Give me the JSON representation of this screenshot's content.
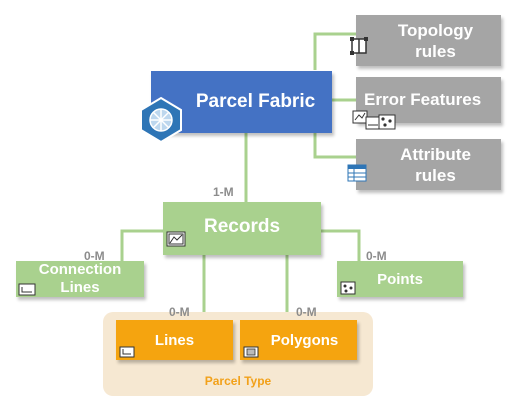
{
  "diagram": {
    "parcel_fabric": "Parcel Fabric",
    "topology_rules": "Topology rules",
    "error_features": "Error Features",
    "attribute_rules": "Attribute rules",
    "records": "Records",
    "connection_lines": "Connection Lines",
    "points": "Points",
    "lines": "Lines",
    "polygons": "Polygons",
    "parcel_type": "Parcel Type"
  },
  "cardinalities": {
    "fabric_records": "1-M",
    "records_connection_lines": "0-M",
    "records_points": "0-M",
    "records_lines": "0-M",
    "records_polygons": "0-M"
  },
  "colors": {
    "fabric_blue": "#4472c4",
    "green": "#a9d18e",
    "gray": "#a5a5a5",
    "orange": "#f5a40f",
    "parcel_type_bg": "#f6e8d2",
    "parcel_type_text": "#f2a11a"
  },
  "icons": [
    "fabric-icon",
    "topology-icon",
    "error-features-icon",
    "attribute-table-icon",
    "record-icon",
    "line-icon",
    "point-icon",
    "polygon-icon"
  ]
}
